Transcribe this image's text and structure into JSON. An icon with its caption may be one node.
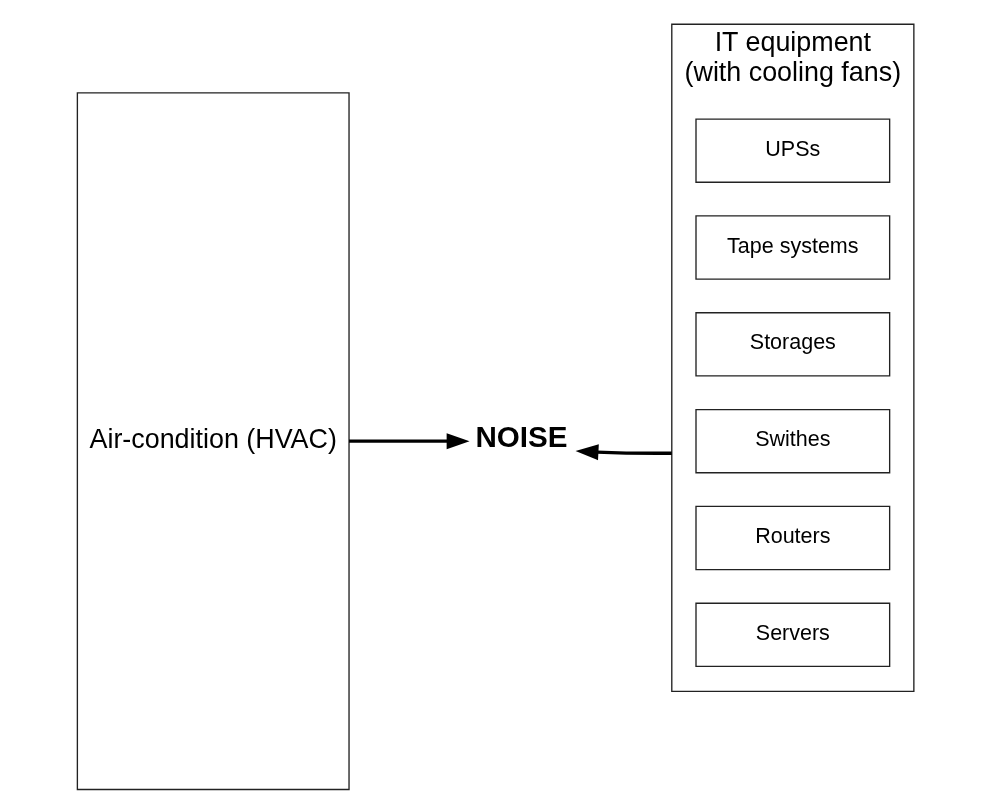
{
  "diagram": {
    "nodes": [
      {
        "text": [
          "Air-condition (HVAC)"
        ]
      },
      {
        "text": [
          "NOISE"
        ]
      },
      {
        "text": [
          "IT equipment",
          "(with cooling fans)"
        ]
      },
      {
        "text": [
          "Servers"
        ],
        "in": 2
      },
      {
        "text": [
          "Routers"
        ],
        "in": 2
      },
      {
        "text": [
          "Swithes"
        ],
        "in": 2
      },
      {
        "text": [
          "Storages"
        ],
        "in": 2
      },
      {
        "text": [
          "Tape systems"
        ],
        "in": 2
      },
      {
        "text": [
          "UPSs"
        ],
        "in": 2
      }
    ],
    "edges": [
      {
        "from": 0,
        "to": 1,
        "arrow": "to"
      },
      {
        "from": 2,
        "to": 1,
        "arrow": "to"
      }
    ]
  }
}
